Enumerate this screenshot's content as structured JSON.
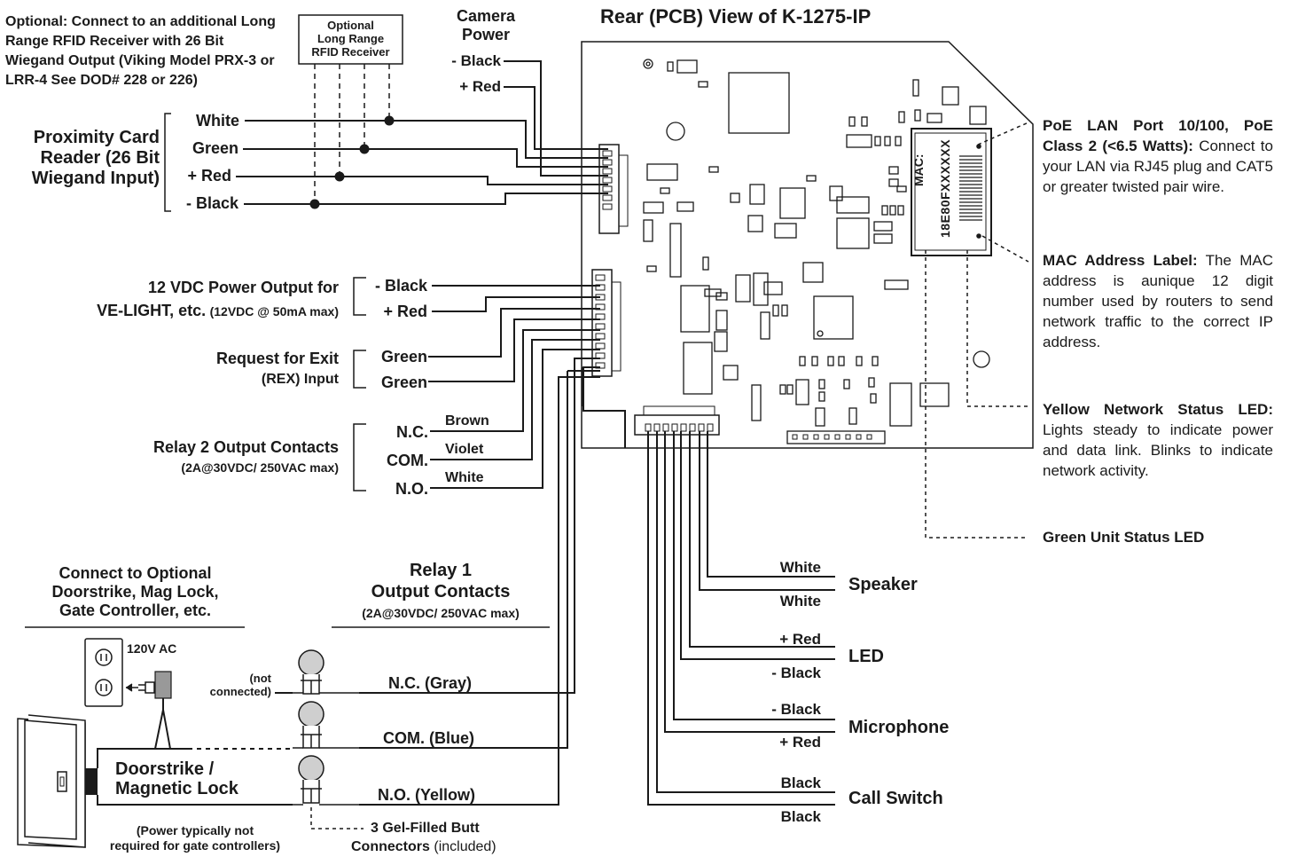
{
  "title": "Rear (PCB) View of K-1275-IP",
  "optional_rfid_note": "Optional: Connect to an additional Long Range RFID Receiver with 26 Bit Wiegand Output (Viking Model PRX-3 or LRR-4 See DOD# 228 or 226)",
  "rfid_box": [
    "Optional",
    "Long Range",
    "RFID Receiver"
  ],
  "camera_power": {
    "label": [
      "Camera",
      "Power"
    ],
    "wires": [
      "- Black",
      "+ Red"
    ]
  },
  "prox_reader": {
    "label": [
      "Proximity Card",
      "Reader (26 Bit",
      "Wiegand Input)"
    ],
    "wires": [
      "White",
      "Green",
      "+ Red",
      "- Black"
    ]
  },
  "power_output": {
    "label": "12 VDC Power Output for",
    "label2": "VE-LIGHT, etc.",
    "label2_small": "(12VDC @ 50mA max)",
    "wires": [
      "- Black",
      "+ Red"
    ]
  },
  "rex": {
    "label": "Request for Exit",
    "sub": "(REX) Input",
    "wires": [
      "Green",
      "Green"
    ]
  },
  "relay2": {
    "label": "Relay  2 Output Contacts",
    "sub": "(2A@30VDC/ 250VAC max)",
    "contacts": [
      "N.C.",
      "COM.",
      "N.O."
    ],
    "wires": [
      "Brown",
      "Violet",
      "White"
    ]
  },
  "mac_label": {
    "line1": "MAC:",
    "line2": "18E80FXXXXXX"
  },
  "right_notes": {
    "poe_title": "PoE LAN Port 10/100, PoE Class 2 (<6.5 Watts):",
    "poe_body": "Connect to your LAN via RJ45 plug and CAT5 or greater twisted pair wire.",
    "mac_title": "MAC Address Label:",
    "mac_body": "The MAC address is aunique 12 digit number used by routers to send network traffic to the correct IP address.",
    "yellow_title": "Yellow Network Status LED:",
    "yellow_body": "Lights steady to indicate power and data link. Blinks to indicate network activity.",
    "green": "Green Unit Status LED"
  },
  "bottom_wires": {
    "speaker": {
      "label": "Speaker",
      "wires": [
        "White",
        "White"
      ]
    },
    "led": {
      "label": "LED",
      "wires": [
        "+ Red",
        "- Black"
      ]
    },
    "microphone": {
      "label": "Microphone",
      "wires": [
        "- Black",
        "+ Red"
      ]
    },
    "call_switch": {
      "label": "Call Switch",
      "wires": [
        "Black",
        "Black"
      ]
    }
  },
  "door_section": {
    "heading": [
      "Connect to Optional",
      "Doorstrike, Mag Lock,",
      "Gate Controller, etc."
    ],
    "ac": "120V AC",
    "not_connected": [
      "(not",
      "connected)"
    ],
    "lock": [
      "Doorstrike /",
      "Magnetic Lock"
    ],
    "power_note": [
      "(Power typically not",
      "required for gate controllers)"
    ]
  },
  "relay1": {
    "label": [
      "Relay 1",
      "Output Contacts"
    ],
    "sub": "(2A@30VDC/ 250VAC max)",
    "contacts": [
      "N.C. (Gray)",
      "COM. (Blue)",
      "N.O. (Yellow)"
    ]
  },
  "butt_connectors": {
    "bold": "3 Gel-Filled Butt",
    "bold2": "Connectors",
    "normal": "(included)"
  }
}
